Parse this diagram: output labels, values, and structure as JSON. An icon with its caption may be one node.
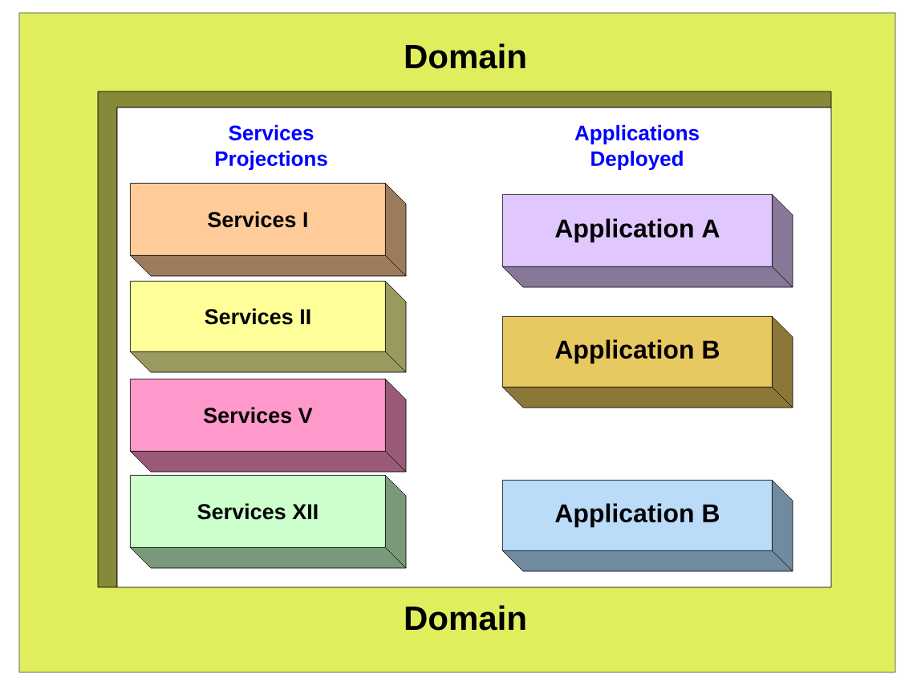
{
  "diagram": {
    "nodes": [
      {
        "text": [
          "Domain",
          "Domain"
        ]
      },
      {
        "text": [
          "Services Projections",
          "Applications Deployed"
        ],
        "in": 0
      },
      {
        "text": [
          "Services I"
        ],
        "in": 1
      },
      {
        "text": [
          "Services II"
        ],
        "in": 1
      },
      {
        "text": [
          "Services V"
        ],
        "in": 1
      },
      {
        "text": [
          "Services XII"
        ],
        "in": 1
      },
      {
        "text": [
          "Application A"
        ],
        "in": 1
      },
      {
        "text": [
          "Application B"
        ],
        "in": 1
      },
      {
        "text": [
          "Application B"
        ],
        "in": 1
      }
    ]
  }
}
